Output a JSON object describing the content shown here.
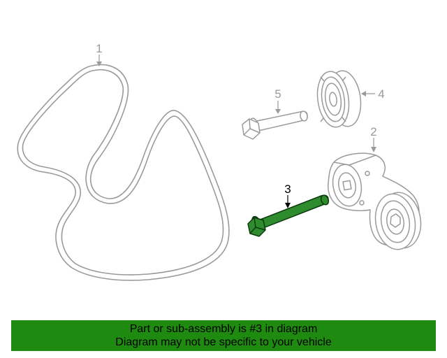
{
  "diagram": {
    "callouts": [
      {
        "label": "1",
        "state": "muted"
      },
      {
        "label": "2",
        "state": "muted"
      },
      {
        "label": "3",
        "state": "active"
      },
      {
        "label": "4",
        "state": "muted"
      },
      {
        "label": "5",
        "state": "muted"
      }
    ],
    "colors": {
      "line_muted": "#9a9a9a",
      "highlight_fill": "#2e8b2e",
      "highlight_stroke": "#0c3a0c"
    }
  },
  "banner": {
    "line1": "Part or sub-assembly is #3 in diagram",
    "line2": "Diagram may not be specific to your vehicle",
    "background": "#1f8a10"
  }
}
